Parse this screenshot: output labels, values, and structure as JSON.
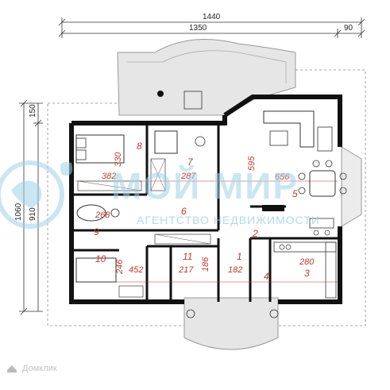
{
  "dimensions": {
    "top_total": "1440",
    "top_main": "1350",
    "top_right": "90",
    "left_outer_top": "150",
    "left_total": "1060",
    "left_main": "910"
  },
  "rooms": [
    {
      "num": "8",
      "size": "330",
      "size2": "382"
    },
    {
      "num": "7",
      "size": "287"
    },
    {
      "num": "5",
      "size": "595",
      "size2": "656"
    },
    {
      "num": "6",
      "size": "268"
    },
    {
      "num": "9"
    },
    {
      "num": "10",
      "size": "246"
    },
    {
      "num": "2"
    },
    {
      "num": "11",
      "size": "217",
      "size2": "186"
    },
    {
      "num": "1",
      "size": "182"
    },
    {
      "num": "4"
    },
    {
      "num": "3",
      "size": "280"
    },
    {
      "num": "",
      "size": "452"
    }
  ],
  "watermark": {
    "logo": "МОЙ МИР",
    "sub": "АГЕНТСТВО НЕДВИЖИМОСТИ",
    "source": "Домклик"
  },
  "colors": {
    "wall": "#111111",
    "accent": "#c0392b",
    "terrace": "#e6e6e6",
    "watermark": "#9fd2e8"
  }
}
